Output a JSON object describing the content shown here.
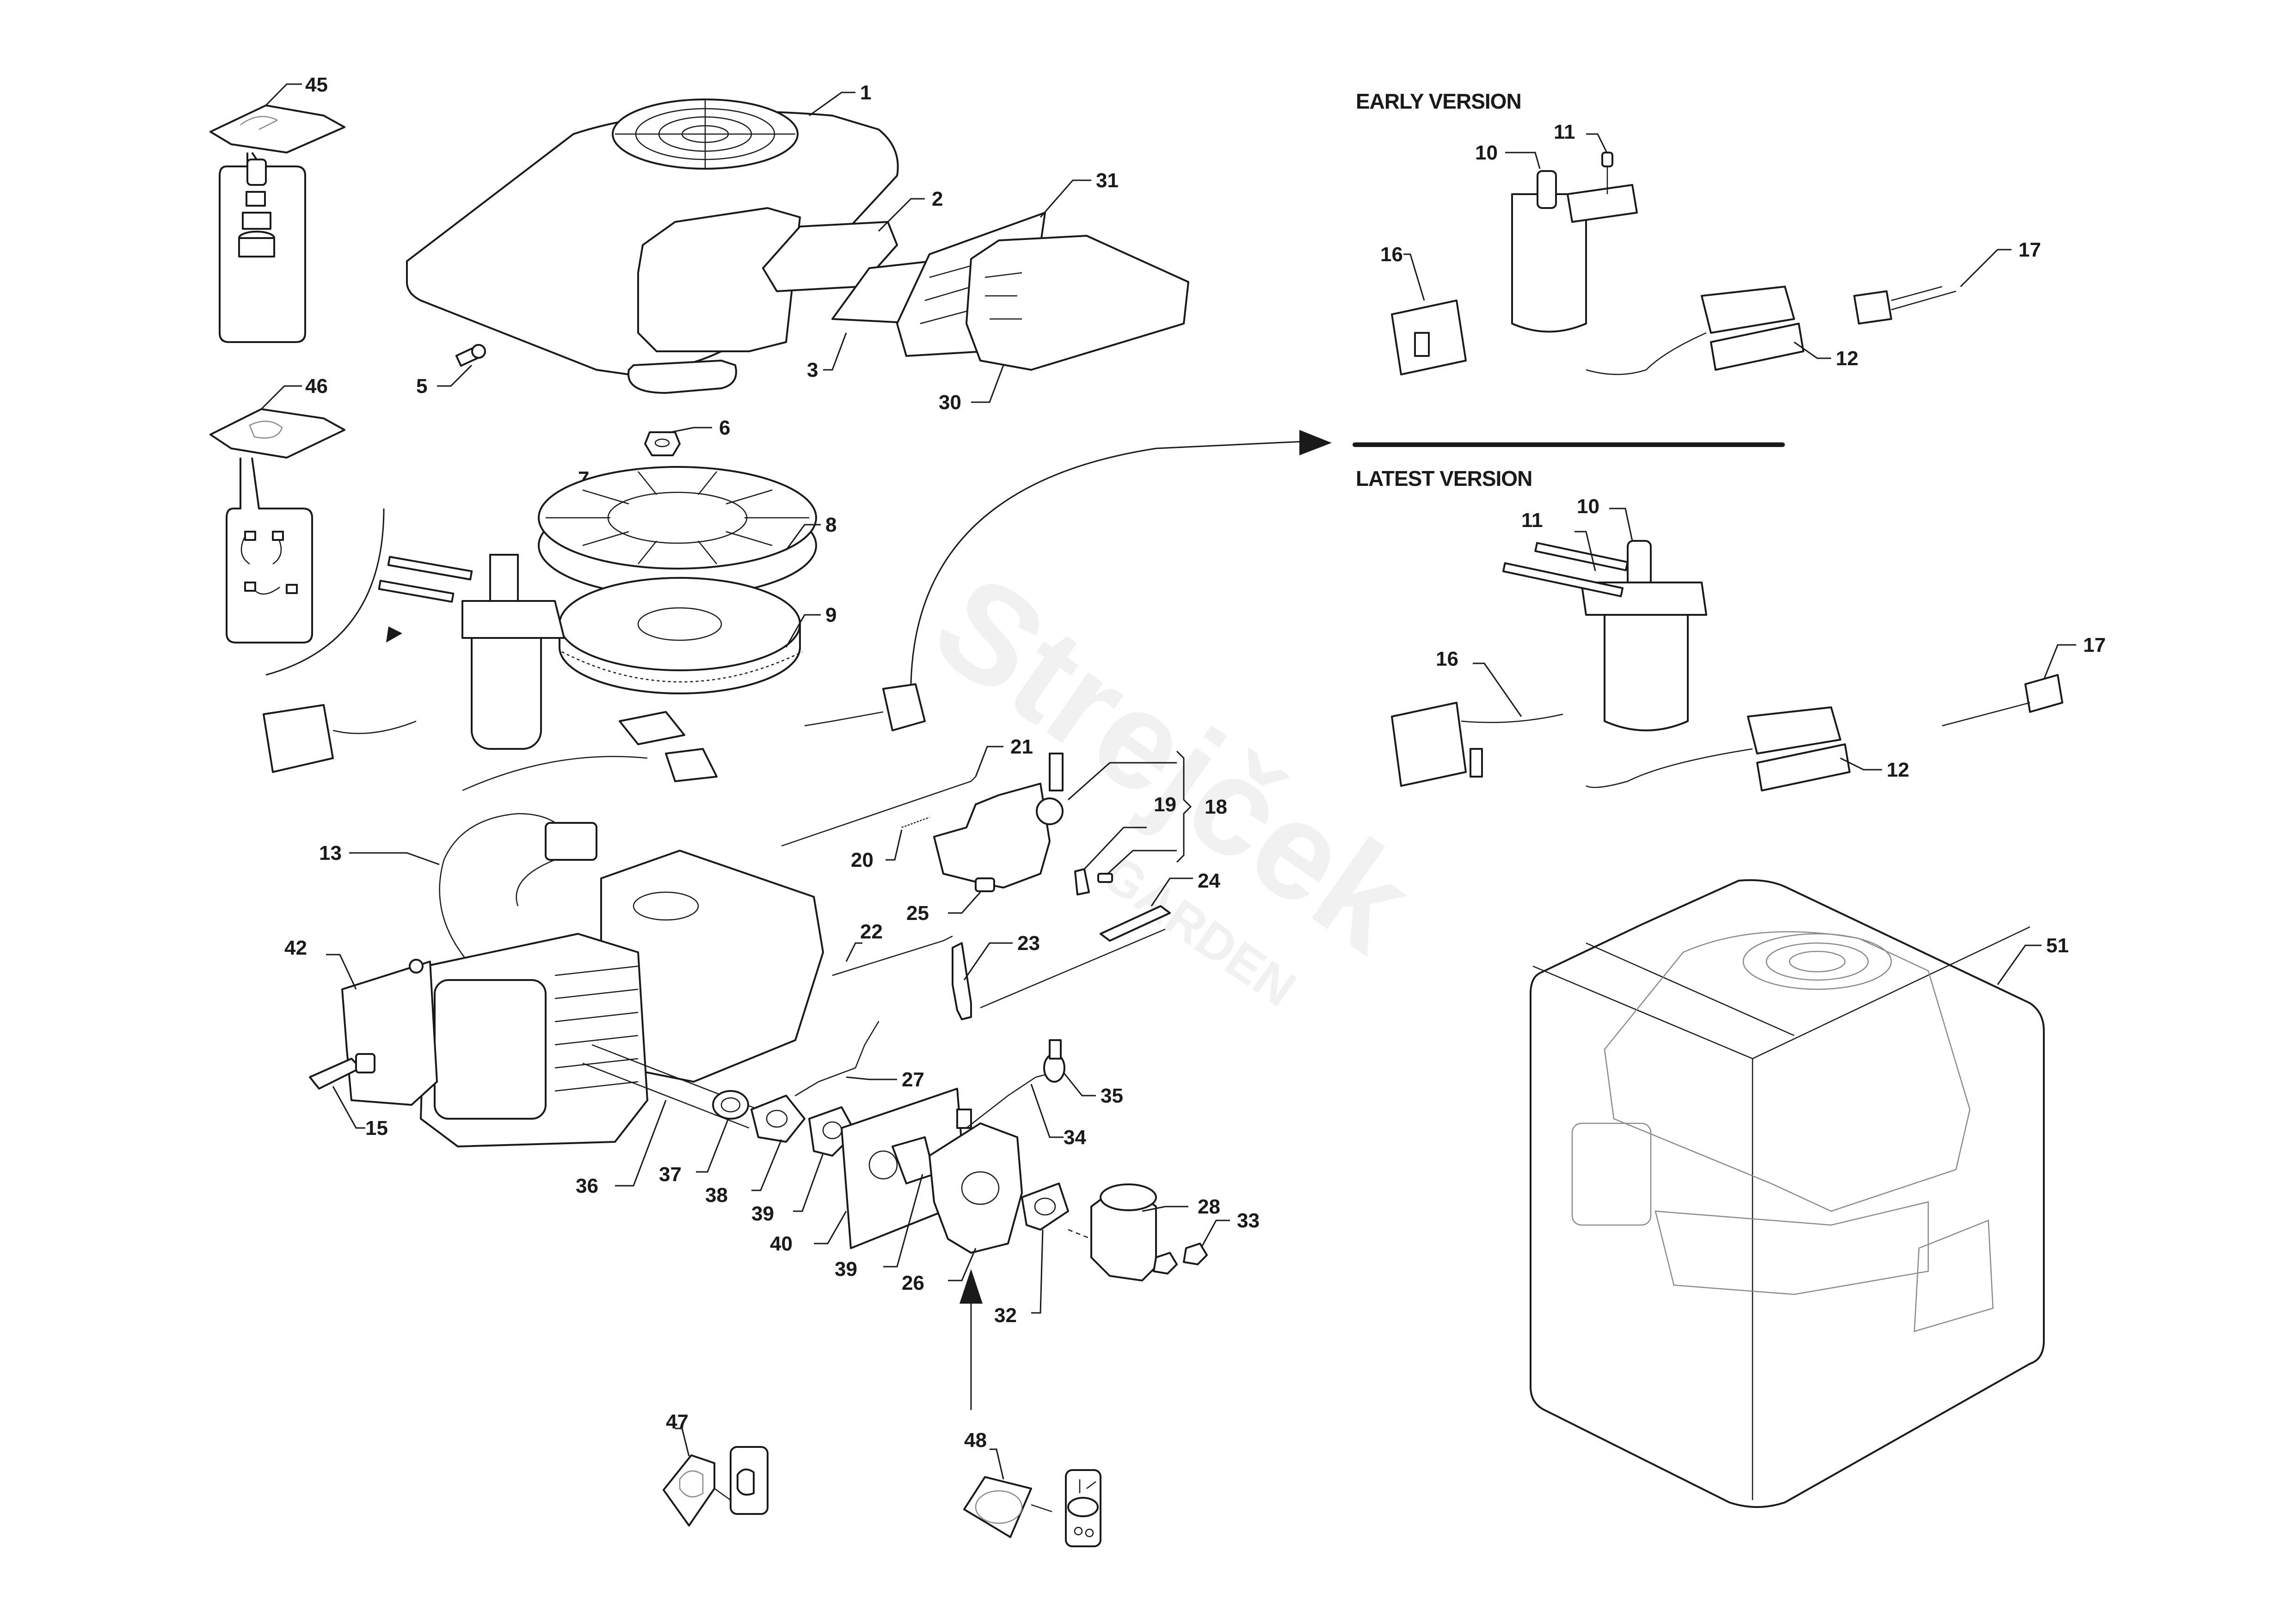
{
  "headings": {
    "early_version": "EARLY VERSION",
    "latest_version": "LATEST VERSION"
  },
  "watermark": {
    "brand": "Strejček",
    "sub": "GARDEN"
  },
  "callouts": {
    "c1": "1",
    "c2": "2",
    "c3": "3",
    "c5": "5",
    "c6": "6",
    "c7": "7",
    "c8": "8",
    "c9": "9",
    "c13": "13",
    "c15": "15",
    "c18": "18",
    "c19": "19",
    "c20": "20",
    "c21": "21",
    "c22": "22",
    "c23": "23",
    "c24": "24",
    "c25": "25",
    "c26": "26",
    "c27": "27",
    "c28": "28",
    "c30": "30",
    "c31": "31",
    "c32": "32",
    "c33": "33",
    "c34": "34",
    "c35": "35",
    "c36": "36",
    "c37": "37",
    "c38": "38",
    "c39a": "39",
    "c39b": "39",
    "c40": "40",
    "c42": "42",
    "c45": "45",
    "c46": "46",
    "c47": "47",
    "c48": "48",
    "c51": "51",
    "early_c10": "10",
    "early_c11": "11",
    "early_c12": "12",
    "early_c16": "16",
    "early_c17": "17",
    "latest_c10": "10",
    "latest_c11": "11",
    "latest_c12": "12",
    "latest_c16": "16",
    "latest_c17": "17"
  }
}
